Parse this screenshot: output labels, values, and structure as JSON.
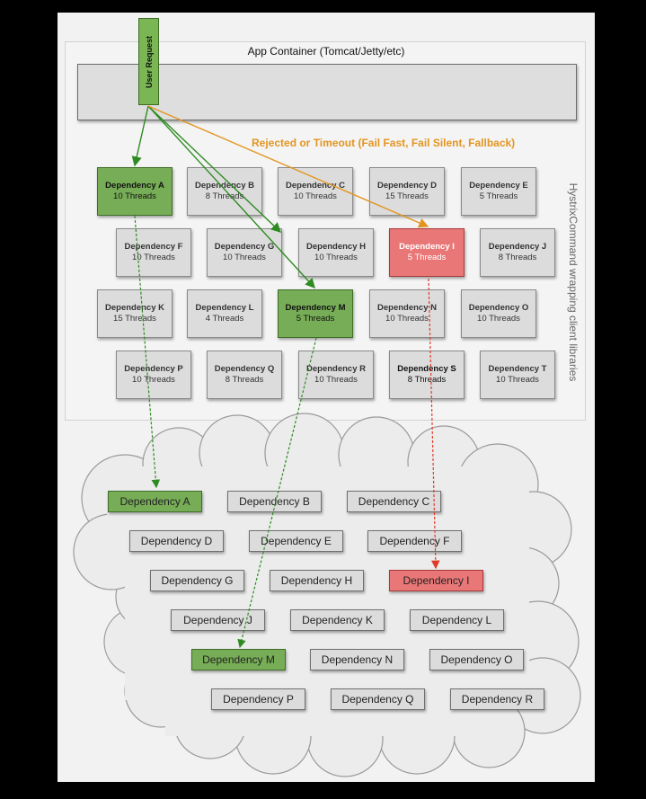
{
  "app_container": {
    "title": "App Container (Tomcat/Jetty/etc)"
  },
  "user_request": {
    "label": "User Request"
  },
  "rejected_label": "Rejected or Timeout (Fail Fast, Fail Silent, Fallback)",
  "side_label": "HystrixCommand wrapping client libraries",
  "thread_pools": [
    {
      "name": "Dependency A",
      "threads": "10 Threads",
      "state": "green"
    },
    {
      "name": "Dependency B",
      "threads": "8 Threads",
      "state": "normal"
    },
    {
      "name": "Dependency C",
      "threads": "10 Threads",
      "state": "normal"
    },
    {
      "name": "Dependency D",
      "threads": "15 Threads",
      "state": "normal"
    },
    {
      "name": "Dependency E",
      "threads": "5 Threads",
      "state": "normal"
    },
    {
      "name": "Dependency F",
      "threads": "10 Threads",
      "state": "normal"
    },
    {
      "name": "Dependency G",
      "threads": "10 Threads",
      "state": "normal"
    },
    {
      "name": "Dependency H",
      "threads": "10 Threads",
      "state": "normal"
    },
    {
      "name": "Dependency I",
      "threads": "5 Threads",
      "state": "red"
    },
    {
      "name": "Dependency J",
      "threads": "8 Threads",
      "state": "normal"
    },
    {
      "name": "Dependency K",
      "threads": "15 Threads",
      "state": "normal"
    },
    {
      "name": "Dependency L",
      "threads": "4 Threads",
      "state": "normal"
    },
    {
      "name": "Dependency M",
      "threads": "5 Threads",
      "state": "green"
    },
    {
      "name": "Dependency N",
      "threads": "10 Threads",
      "state": "normal"
    },
    {
      "name": "Dependency O",
      "threads": "10 Threads",
      "state": "normal"
    },
    {
      "name": "Dependency P",
      "threads": "10 Threads",
      "state": "normal"
    },
    {
      "name": "Dependency Q",
      "threads": "8 Threads",
      "state": "normal"
    },
    {
      "name": "Dependency R",
      "threads": "10 Threads",
      "state": "normal"
    },
    {
      "name": "Dependency S",
      "threads": "8 Threads",
      "state": "bold"
    },
    {
      "name": "Dependency T",
      "threads": "10 Threads",
      "state": "normal"
    }
  ],
  "cloud_dependencies": [
    {
      "name": "Dependency A",
      "state": "green"
    },
    {
      "name": "Dependency B",
      "state": "normal"
    },
    {
      "name": "Dependency C",
      "state": "normal"
    },
    {
      "name": "Dependency D",
      "state": "normal"
    },
    {
      "name": "Dependency E",
      "state": "normal"
    },
    {
      "name": "Dependency F",
      "state": "normal"
    },
    {
      "name": "Dependency G",
      "state": "normal"
    },
    {
      "name": "Dependency H",
      "state": "normal"
    },
    {
      "name": "Dependency I",
      "state": "red"
    },
    {
      "name": "Dependency J",
      "state": "normal"
    },
    {
      "name": "Dependency K",
      "state": "normal"
    },
    {
      "name": "Dependency L",
      "state": "normal"
    },
    {
      "name": "Dependency M",
      "state": "green"
    },
    {
      "name": "Dependency N",
      "state": "normal"
    },
    {
      "name": "Dependency O",
      "state": "normal"
    },
    {
      "name": "Dependency P",
      "state": "normal"
    },
    {
      "name": "Dependency Q",
      "state": "normal"
    },
    {
      "name": "Dependency R",
      "state": "normal"
    }
  ],
  "colors": {
    "success": "#77ad56",
    "failure": "#e97777",
    "reject_arrow": "#e39520",
    "success_arrow": "#2e8b22",
    "failure_arrow": "#e03a2a"
  }
}
